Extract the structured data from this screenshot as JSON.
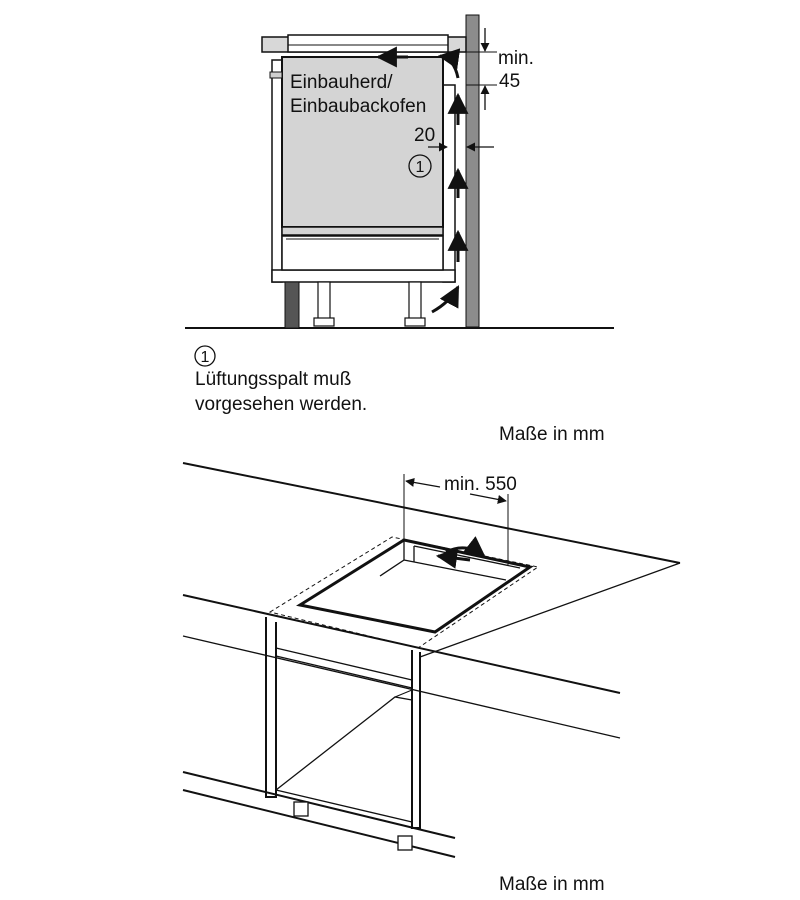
{
  "top_diagram": {
    "appliance_label_line1": "Einbauherd/",
    "appliance_label_line2": "Einbaubackofen",
    "dim_gap_top_line1": "min.",
    "dim_gap_top_line2": "45",
    "dim_gap_side": "20",
    "callout_marker": "1",
    "legend_marker": "1",
    "legend_line1": "Lüftungsspalt muß",
    "legend_line2": "vorgesehen werden.",
    "units_note": "Maße in mm"
  },
  "bottom_diagram": {
    "dim_min_width": "min. 550",
    "units_note": "Maße in mm"
  },
  "colors": {
    "line": "#111111",
    "appliance_fill": "#d4d4d4",
    "wall_fill": "#8c8c8c",
    "dark_leg": "#555555"
  }
}
